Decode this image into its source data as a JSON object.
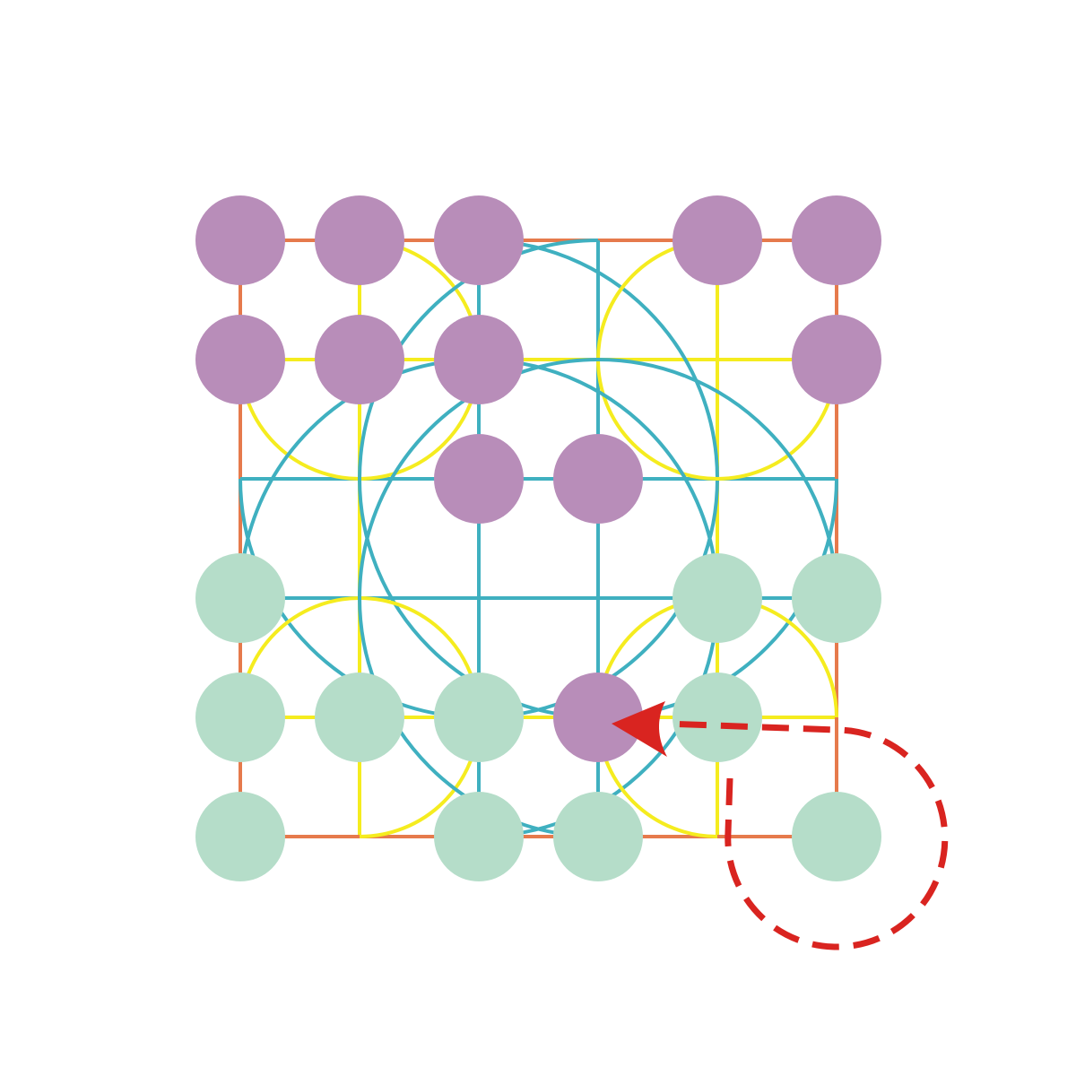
{
  "board": {
    "grid_size": 6,
    "colors": {
      "background": "#ffffff",
      "outer_loop": "#3fb0c0",
      "middle_loop": "#f5ec1f",
      "inner_loop": "#e67a4c",
      "purple_stone": "#b88db9",
      "green_stone": "#b5ddc9",
      "move_arrow": "#d92420"
    },
    "stones": {
      "purple": [
        [
          0,
          0
        ],
        [
          1,
          0
        ],
        [
          2,
          0
        ],
        [
          4,
          0
        ],
        [
          5,
          0
        ],
        [
          0,
          1
        ],
        [
          1,
          1
        ],
        [
          2,
          1
        ],
        [
          5,
          1
        ],
        [
          2,
          2
        ],
        [
          3,
          2
        ],
        [
          3,
          4
        ]
      ],
      "green": [
        [
          0,
          3
        ],
        [
          4,
          3
        ],
        [
          5,
          3
        ],
        [
          0,
          4
        ],
        [
          1,
          4
        ],
        [
          2,
          4
        ],
        [
          4,
          4
        ],
        [
          0,
          5
        ],
        [
          2,
          5
        ],
        [
          3,
          5
        ],
        [
          5,
          5
        ]
      ]
    },
    "move": {
      "from": [
        5,
        5
      ],
      "to": [
        3,
        4
      ],
      "style": "dashed",
      "route": "around-inner-loop"
    }
  }
}
